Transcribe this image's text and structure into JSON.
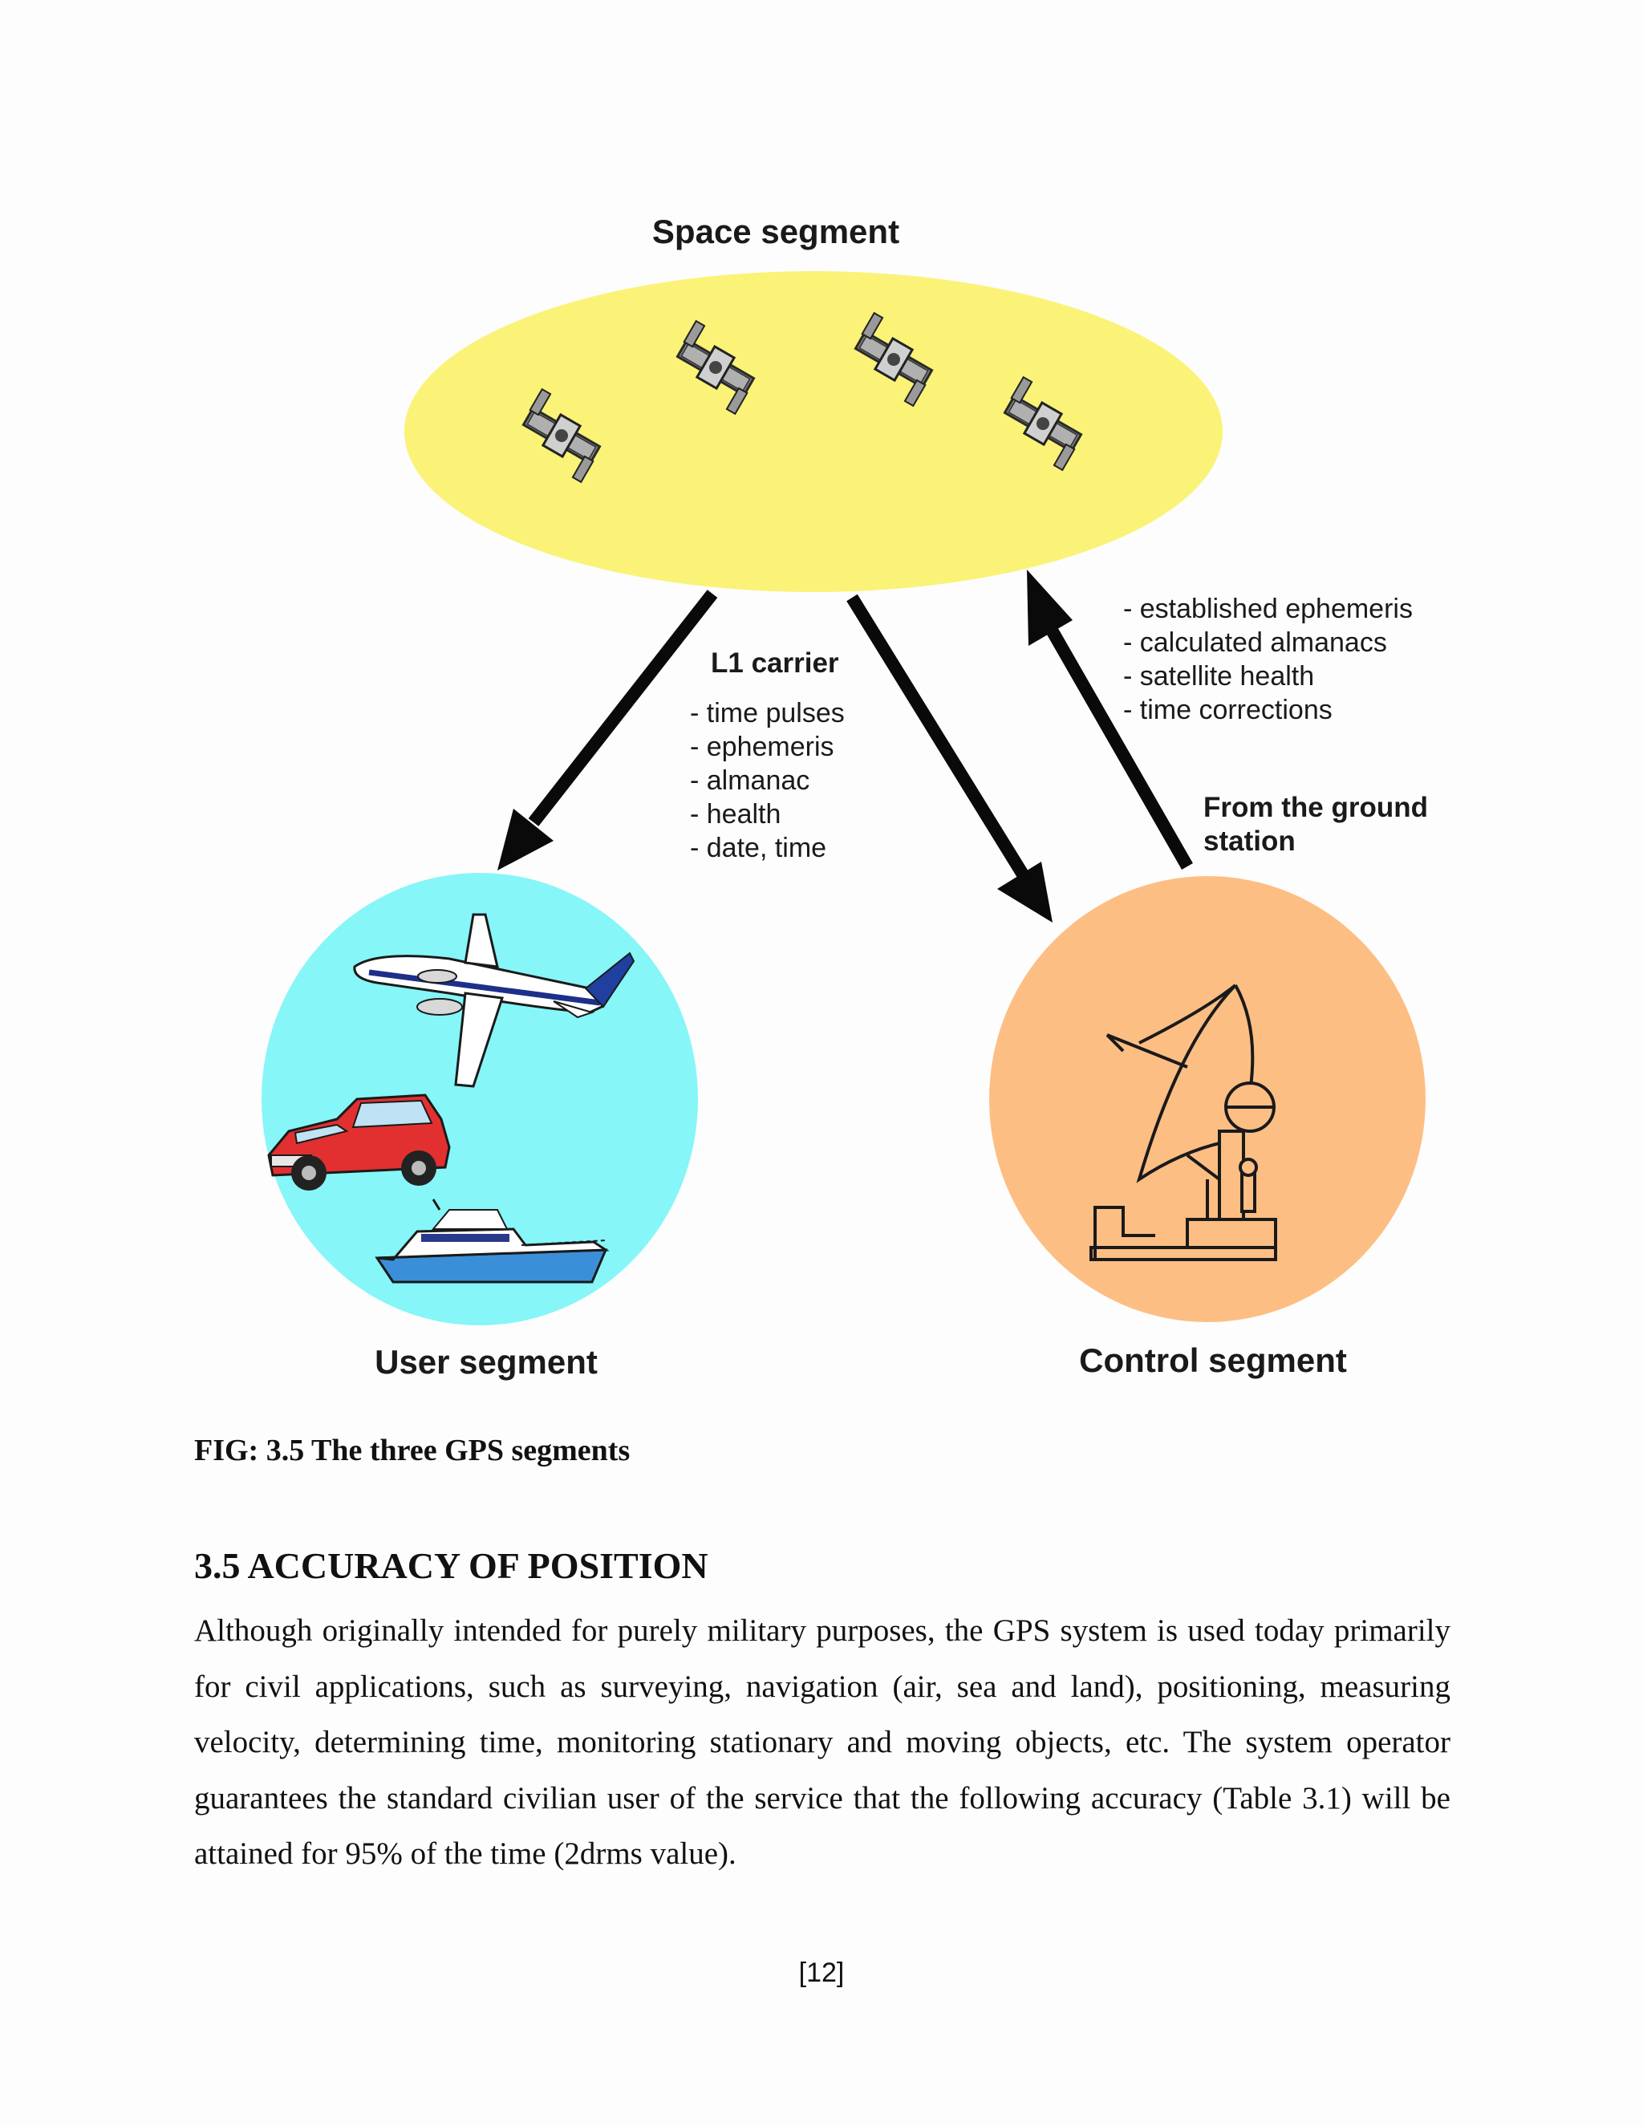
{
  "diagram": {
    "space_segment_label": "Space segment",
    "user_segment_label": "User segment",
    "control_segment_label": "Control segment",
    "l1_carrier_label": "L1 carrier",
    "l1_items": [
      "- time pulses",
      "- ephemeris",
      "- almanac",
      "- health",
      "- date, time"
    ],
    "uplink_items": [
      "- established ephemeris",
      "- calculated almanacs",
      "- satellite health",
      "- time corrections"
    ],
    "ground_station_label_line1": "From the ground",
    "ground_station_label_line2": "station",
    "colors": {
      "space": "#faf377",
      "user": "#86f6f8",
      "control": "#fdbe84",
      "arrow": "#0a0a0a"
    },
    "icons": [
      "satellite-icon",
      "airplane-icon",
      "car-icon",
      "boat-icon",
      "antenna-dish-icon"
    ]
  },
  "caption": "FIG: 3.5 The three GPS segments",
  "section": {
    "heading": "3.5 ACCURACY OF POSITION",
    "body": "Although originally intended for purely military purposes, the GPS system is used today primarily for civil applications, such as surveying, navigation (air, sea and land), positioning, measuring velocity, determining time, monitoring stationary and moving objects, etc. The system operator guarantees the standard civilian user of the service that the following accuracy (Table 3.1) will be attained for 95% of the time (2drms value)."
  },
  "page_number": "[12]"
}
